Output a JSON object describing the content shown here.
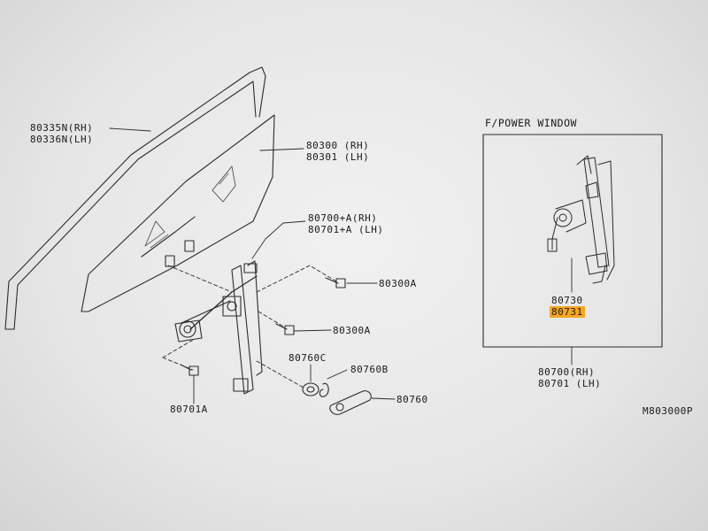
{
  "labels": {
    "weatherstrip_rh": "80335N(RH)",
    "weatherstrip_lh": "80336N(LH)",
    "glass_rh": "80300 (RH)",
    "glass_lh": "80301 (LH)",
    "regulator_rh": "80700+A(RH)",
    "regulator_lh": "80701+A (LH)",
    "bolt_a1": "80300A",
    "bolt_a2": "80300A",
    "bush": "80760C",
    "clip": "80760B",
    "handle": "80760",
    "bolt_b": "80701A"
  },
  "inset": {
    "title": "F/POWER WINDOW",
    "motor_1": "80730",
    "motor_2": "80731",
    "regulator_rh": "80700(RH)",
    "regulator_lh": "80701 (LH)"
  },
  "figure_code": "M803000P",
  "colors": {
    "highlight": "#f5a623",
    "line": "#2b2b2b"
  }
}
